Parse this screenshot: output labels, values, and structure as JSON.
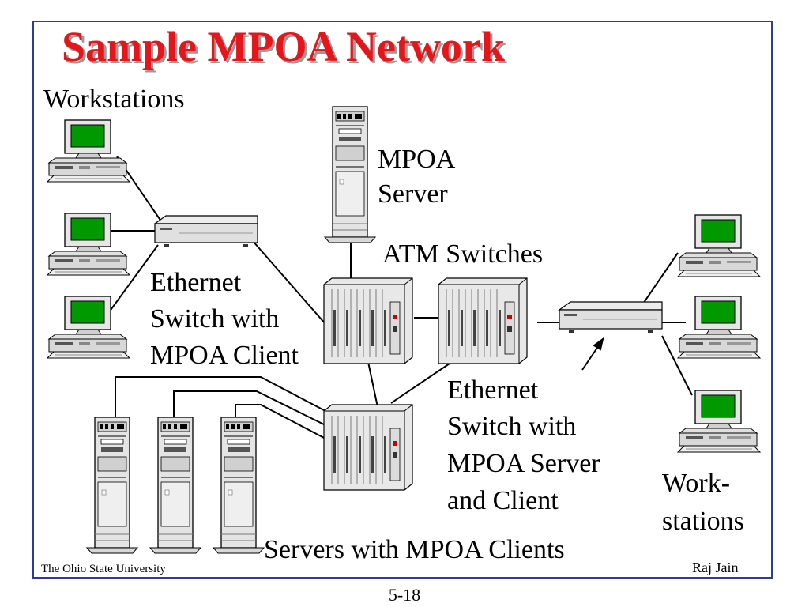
{
  "title": "Sample MPOA Network",
  "labels": {
    "workstations_left": "Workstations",
    "mpoa_server_line1": "MPOA",
    "mpoa_server_line2": "Server",
    "atm_switches": "ATM Switches",
    "eth_client_line1": "Ethernet",
    "eth_client_line2": "Switch with",
    "eth_client_line3": "MPOA Client",
    "eth_sc_line1": "Ethernet",
    "eth_sc_line2": "Switch with",
    "eth_sc_line3": "MPOA Server",
    "eth_sc_line4": "and Client",
    "workstations_right_line1": "Work-",
    "workstations_right_line2": "stations",
    "servers_clients": "Servers with MPOA Clients"
  },
  "footer": {
    "left": "The Ohio State University",
    "right": "Raj Jain",
    "page": "5-18"
  },
  "colors": {
    "title": "#e5161b",
    "frame": "#2d3c9a",
    "screen": "#009900"
  }
}
